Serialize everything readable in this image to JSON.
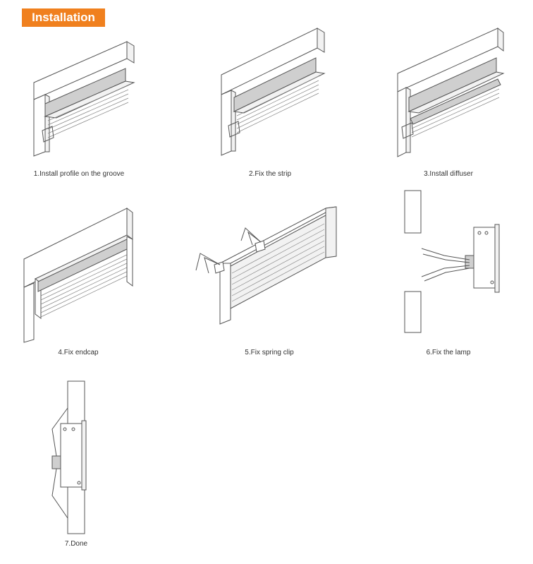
{
  "header": {
    "title": "Installation"
  },
  "steps": [
    {
      "id": "install-profile",
      "caption": "1.Install profile on the groove"
    },
    {
      "id": "fix-strip",
      "caption": "2.Fix the strip"
    },
    {
      "id": "install-diffuser",
      "caption": "3.Install diffuser"
    },
    {
      "id": "fix-endcap",
      "caption": "4.Fix endcap"
    },
    {
      "id": "fix-spring-clip",
      "caption": "5.Fix spring clip"
    },
    {
      "id": "fix-lamp",
      "caption": "6.Fix the lamp"
    },
    {
      "id": "done",
      "caption": "7.Done"
    }
  ],
  "colors": {
    "header_bg": "#f0801e",
    "header_text": "#ffffff",
    "line": "#555555"
  }
}
